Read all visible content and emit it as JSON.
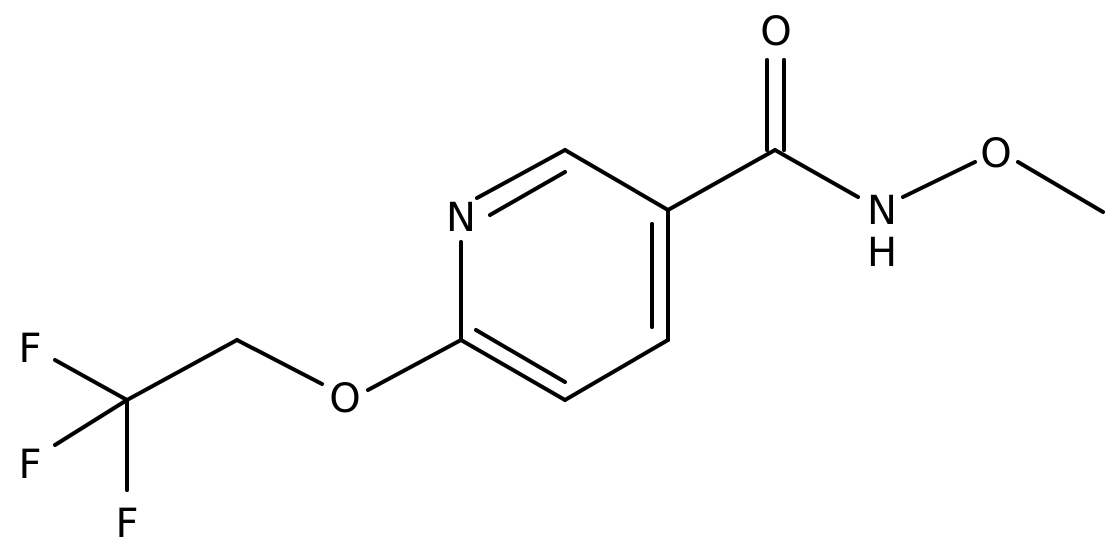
{
  "atoms": {
    "N_ring": "N",
    "O_ether": "O",
    "F1": "F",
    "F2": "F",
    "F3": "F",
    "O_carbonyl": "O",
    "N_amide": "N",
    "H_amide": "H",
    "O_methoxy": "O"
  },
  "colors": {
    "bond": "#000000",
    "label": "#000000",
    "background": "#ffffff"
  }
}
